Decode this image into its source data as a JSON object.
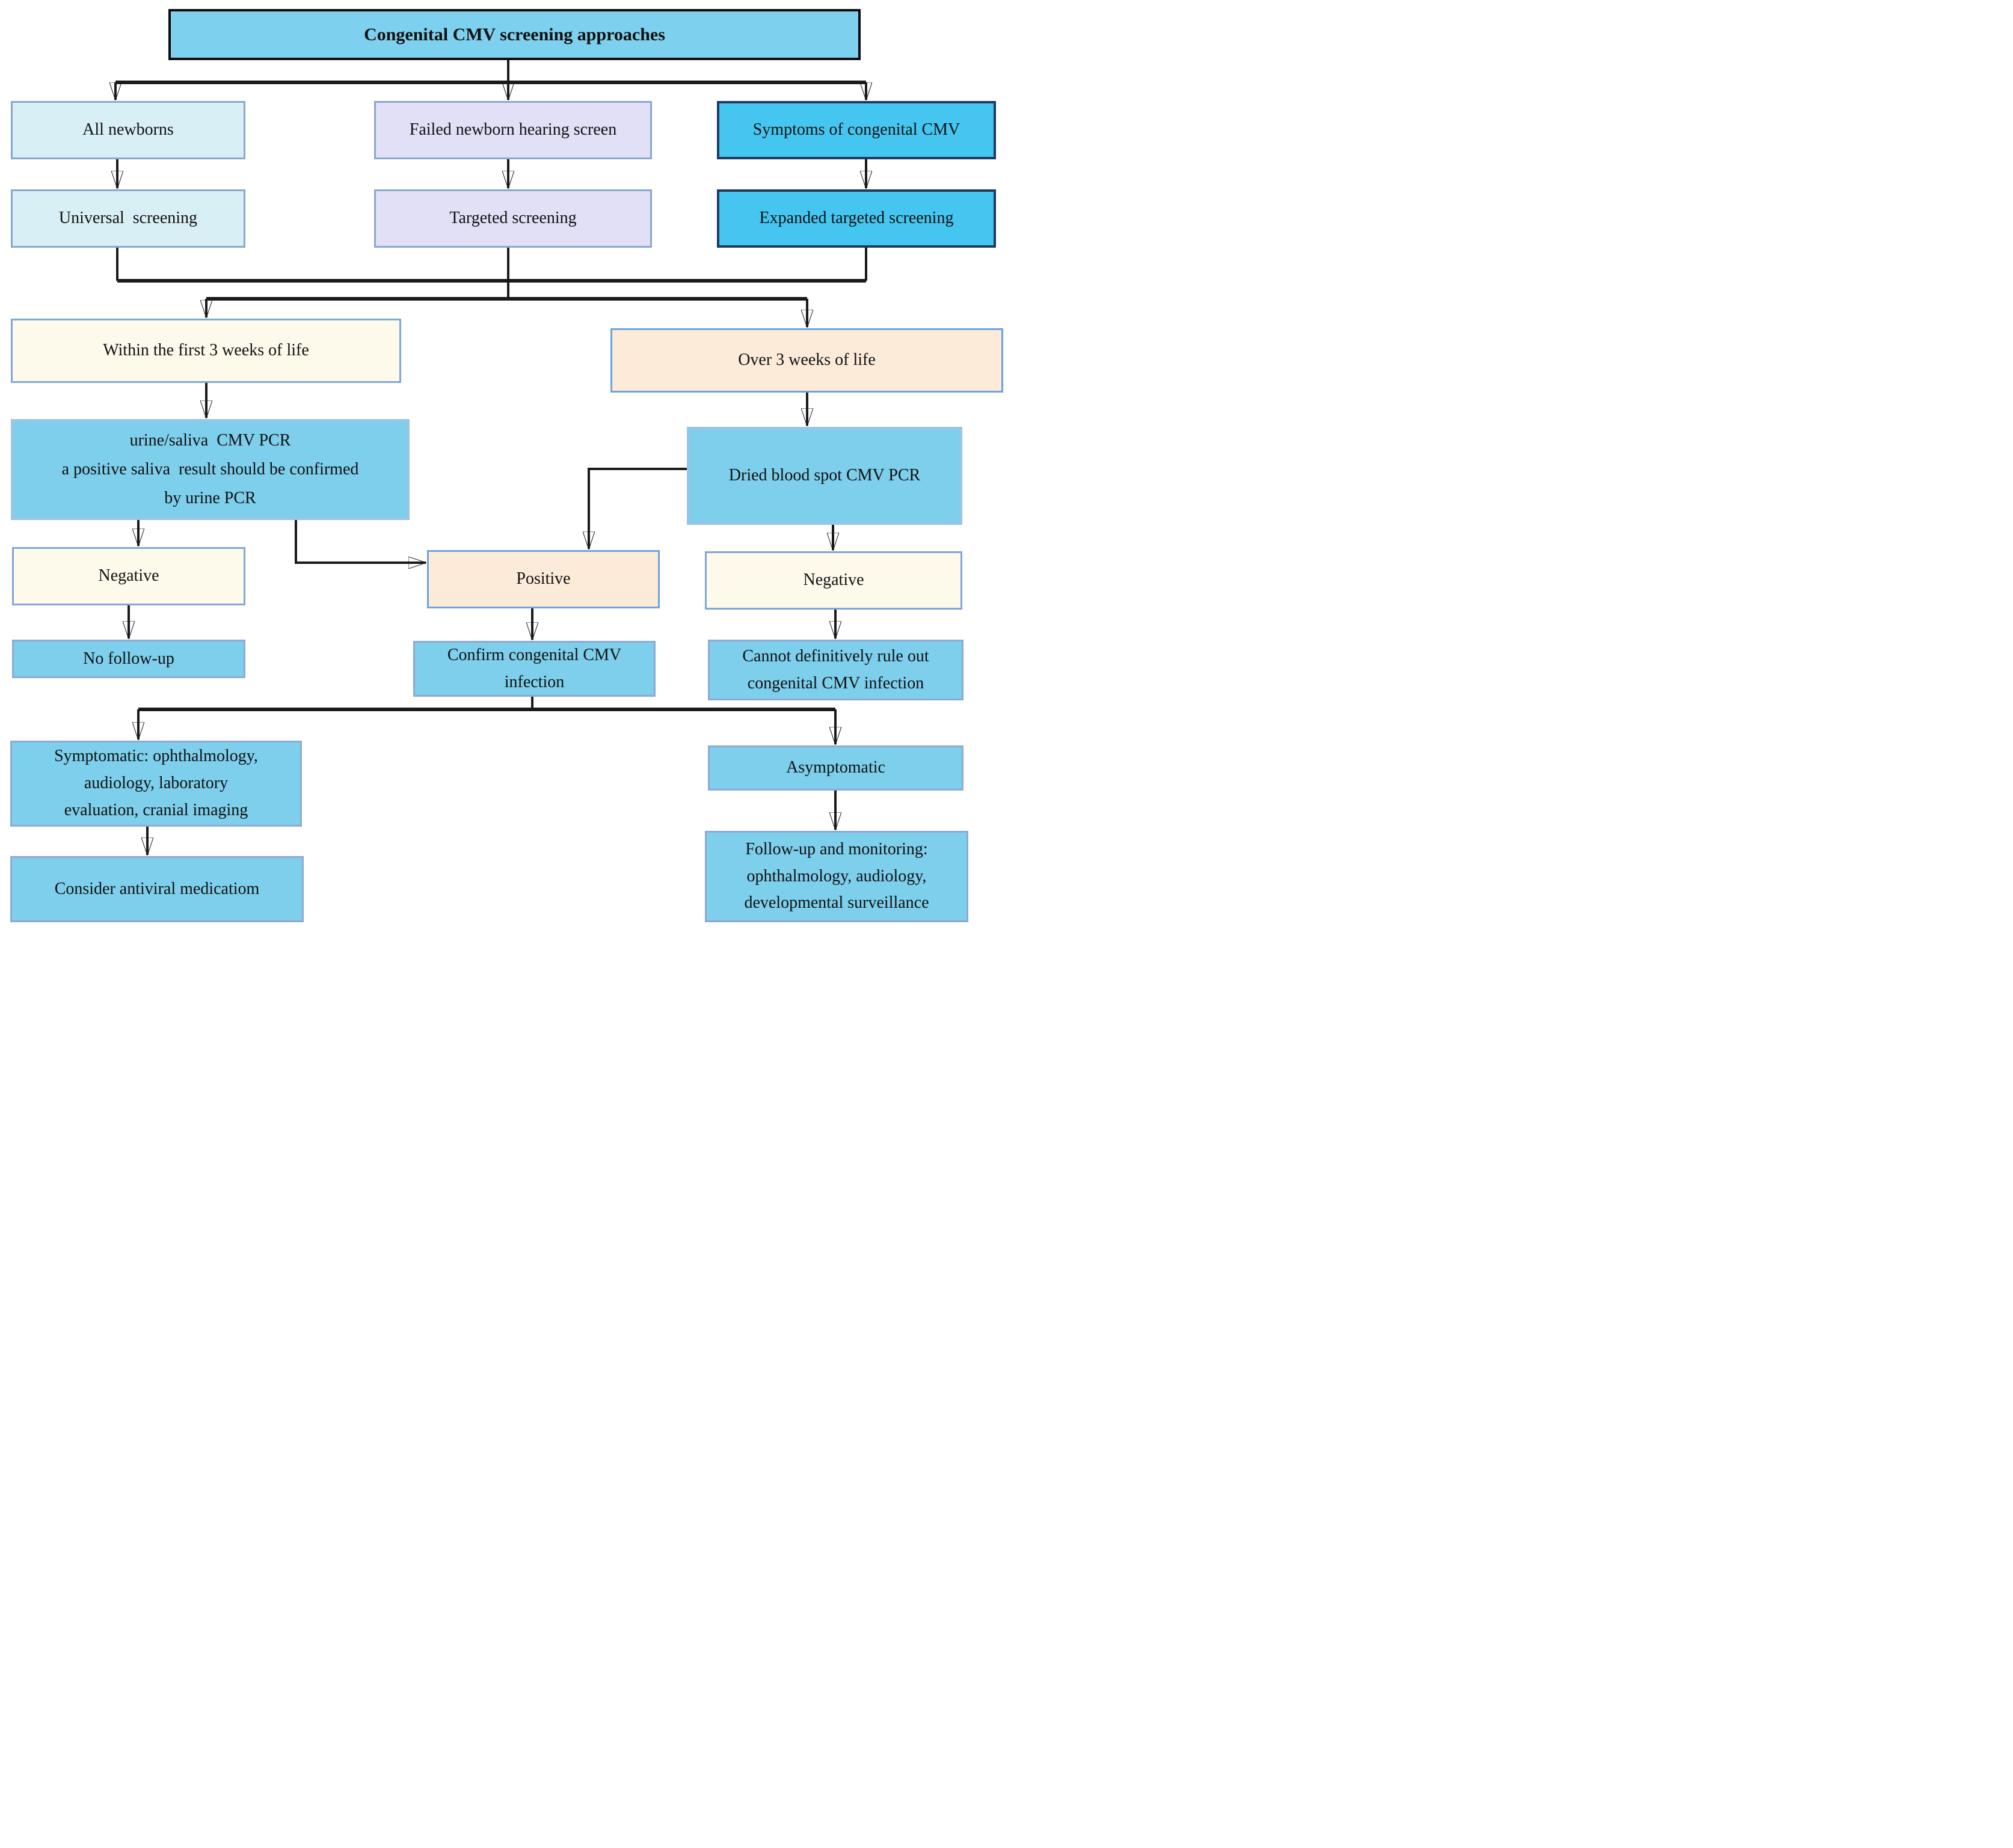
{
  "title": {
    "label": "Congenital CMV screening approaches"
  },
  "colors": {
    "title-fill": "#7ed1ee",
    "pale-cyan": "#d9eff6",
    "lavender": "#e1e0f7",
    "bright-cyan": "#45c6f1",
    "cream": "#fdf9eb",
    "peach": "#fcebd9",
    "node-blue": "#7dcfec",
    "border-slate": "#8aa7ce",
    "border-navy": "#1f3864",
    "border-steel": "#7fa7d9",
    "border-peach": "#6fa3dc",
    "border-grayblue": "#8ea9d6",
    "border-lightblue": "#9dc3e6",
    "line": "#1a1a1a"
  },
  "nodes": {
    "all_newborns": {
      "label": "All newborns"
    },
    "failed_hearing": {
      "label": "Failed newborn hearing screen"
    },
    "symptoms_cmv": {
      "label": "Symptoms of congenital CMV"
    },
    "universal_screening": {
      "label": "Universal  screening"
    },
    "targeted_screening": {
      "label": "Targeted screening"
    },
    "expanded_screening": {
      "label": "Expanded targeted screening"
    },
    "within_3_weeks": {
      "label": "Within the first 3 weeks of life"
    },
    "over_3_weeks": {
      "label": "Over 3 weeks of life"
    },
    "urine_saliva_pcr": {
      "label": "urine/saliva  CMV PCR\na positive saliva  result should be confirmed\nby urine PCR"
    },
    "dried_blood_spot_pcr": {
      "label": "Dried blood spot CMV PCR"
    },
    "negative_left": {
      "label": "Negative"
    },
    "positive": {
      "label": "Positive"
    },
    "negative_right": {
      "label": "Negative"
    },
    "no_follow_up": {
      "label": "No follow-up"
    },
    "confirm_infection": {
      "label": "Confirm congenital CMV\ninfection"
    },
    "cannot_rule_out": {
      "label": "Cannot definitively rule out\ncongenital CMV infection"
    },
    "symptomatic": {
      "label": "Symptomatic: ophthalmology,\naudiology, laboratory\nevaluation, cranial imaging"
    },
    "asymptomatic": {
      "label": "Asymptomatic"
    },
    "consider_antiviral": {
      "label": "Consider antiviral medicatiom"
    },
    "follow_up_monitoring": {
      "label": "Follow-up and monitoring:\nophthalmology, audiology,\ndevelopmental surveillance"
    }
  }
}
